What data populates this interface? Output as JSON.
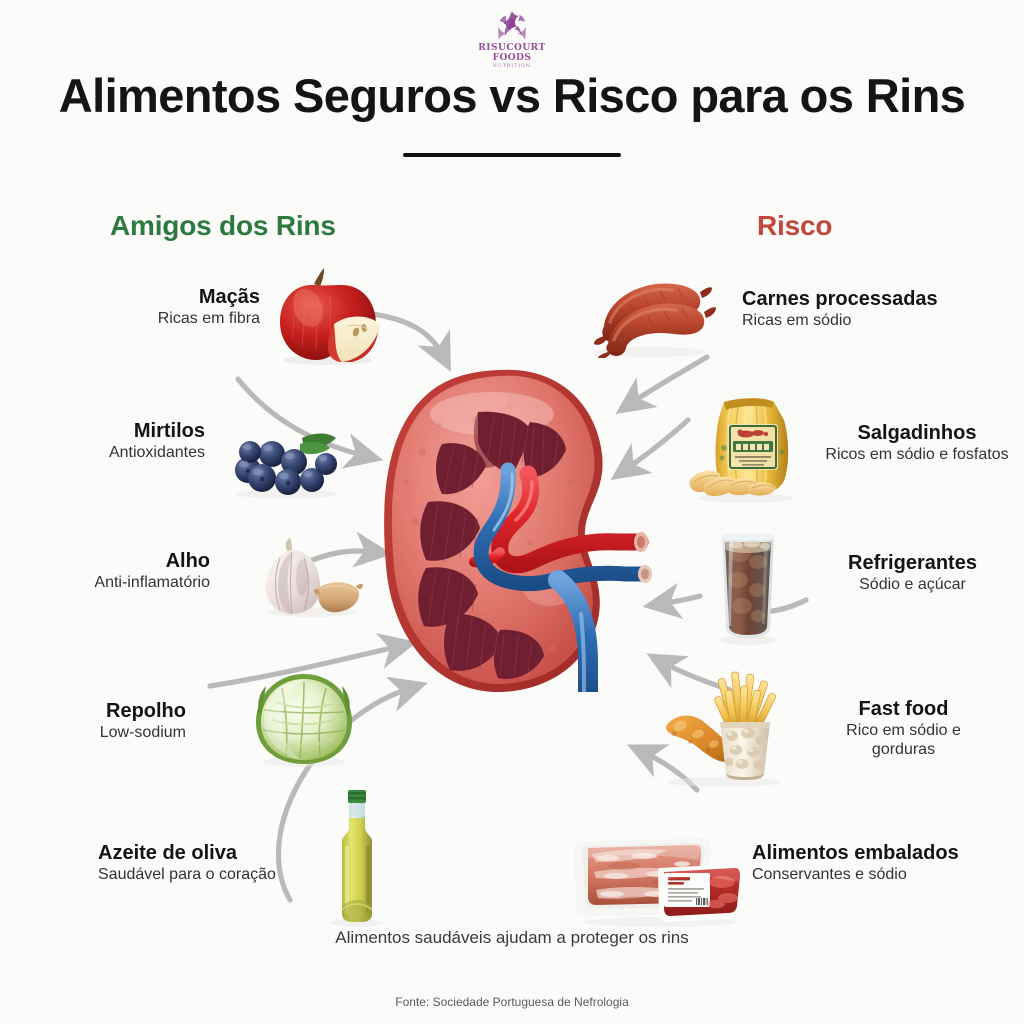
{
  "brand": {
    "logo_icon": "floral-crest-icon",
    "wordmark": "RISUCOURT FOODS",
    "tagline": "NUTRITION"
  },
  "header": {
    "title": "Alimentos Seguros vs Risco para os Rins",
    "divider": "horizontal-rule"
  },
  "columns": {
    "safe": {
      "heading": "Amigos dos Rins",
      "color": "#2c7a3f"
    },
    "risk": {
      "heading": "Risco",
      "color": "#c1483a"
    }
  },
  "center": {
    "illustration": "kidney-cross-section",
    "artery_color": "#e0262b",
    "vein_color": "#2f6fb5",
    "cortex_color": "#e0756e",
    "capsule_color": "#b5342f",
    "pyramid_color": "#7b2233"
  },
  "safe_items": [
    {
      "name": "Maçãs",
      "desc": "Ricas em fibra",
      "icon": "apple-icon"
    },
    {
      "name": "Mirtilos",
      "desc": "Antioxidantes",
      "icon": "blueberries-icon"
    },
    {
      "name": "Alho",
      "desc": "Anti-inflamatório",
      "icon": "garlic-icon"
    },
    {
      "name": "Repolho",
      "desc": "Low-sodium",
      "icon": "cabbage-icon"
    },
    {
      "name": "Azeite de oliva",
      "desc": "Saudável para o coração",
      "icon": "olive-oil-bottle-icon"
    }
  ],
  "risk_items": [
    {
      "name": "Carnes processadas",
      "desc": "Ricas em sódio",
      "icon": "sausages-icon"
    },
    {
      "name": "Salgadinhos",
      "desc": "Ricos em sódio e fosfatos",
      "icon": "chips-bag-icon"
    },
    {
      "name": "Refrigerantes",
      "desc": "Sódio e açúcar",
      "icon": "soda-glass-icon"
    },
    {
      "name": "Fast food",
      "desc": "Rico em sódio e gorduras",
      "icon": "fries-and-chicken-icon"
    },
    {
      "name": "Alimentos embalados",
      "desc": "Conservantes e sódio",
      "icon": "packaged-meat-icon"
    }
  ],
  "footer": {
    "caption": "Alimentos saudáveis ajudam a proteger os rins",
    "source": "Fonte: Sociedade Portuguesa de Nefrologia"
  },
  "palette": {
    "background": "#fbfbfa",
    "title": "#141414",
    "arrow": "#b9b9b9"
  }
}
